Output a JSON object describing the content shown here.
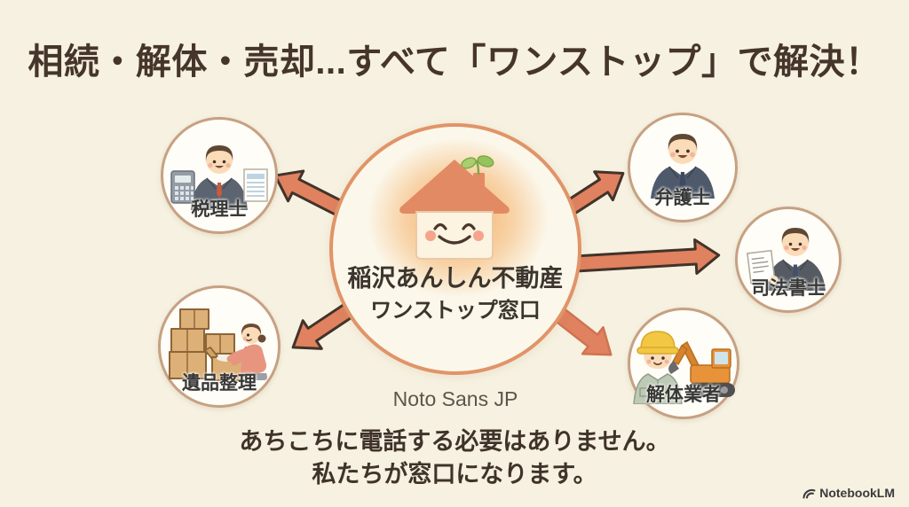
{
  "title": "相続・解体・売却...すべて「ワンストップ」で解決！",
  "center": {
    "line1": "稲沢あんしん不動産",
    "line2": "ワンストップ窓口"
  },
  "nodes": [
    {
      "id": "tax-accountant",
      "label": "税理士"
    },
    {
      "id": "lawyer",
      "label": "弁護士"
    },
    {
      "id": "judicial-scrivener",
      "label": "司法書士"
    },
    {
      "id": "estate-cleanup",
      "label": "遺品整理"
    },
    {
      "id": "demolition-contractor",
      "label": "解体業者"
    }
  ],
  "caption": "Noto Sans JP",
  "footer": {
    "line1": "あちこちに電話する必要はありません。",
    "line2": "私たちが窓口になります。"
  },
  "watermark": {
    "label": "NotebookLM"
  },
  "icons": {
    "smiling-house-icon": "house with face and sprout chimney",
    "sprout-icon": "green seedling",
    "tax-accountant-icon": "man with calculator and tax form",
    "lawyer-icon": "man in dark suit",
    "judicial-scrivener-icon": "man holding document",
    "estate-cleanup-icon": "woman packing cardboard boxes",
    "demolition-contractor-icon": "worker with hard hat and excavator",
    "notebooklm-logo-icon": "arc swoosh logo"
  },
  "colors": {
    "background": "#f6f1e1",
    "title_text": "#46352a",
    "arrow_fill": "#e0815f",
    "arrow_outline": "#41332a",
    "center_circle_border": "#e09468",
    "center_circle_fill": "#fbf7ea",
    "glow": "#f3a454",
    "node_border": "#c6a183",
    "node_fill": "#fffdf7",
    "node_label_text": "#383838",
    "caption_text": "#5c554b",
    "footer_text": "#403329",
    "watermark_text": "#3a3a3a"
  }
}
